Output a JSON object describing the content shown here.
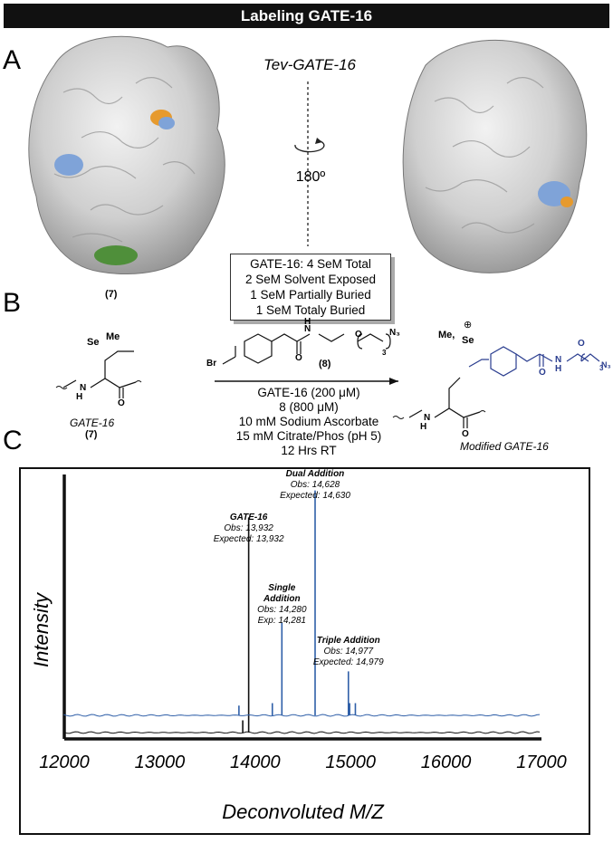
{
  "banner": {
    "title": "Labeling GATE-16"
  },
  "panels": {
    "a": "A",
    "b": "B",
    "c": "C"
  },
  "panel_a": {
    "protein_label": "Tev-GATE-16",
    "rotation_label": "180º",
    "compound_label": "(7)",
    "info_box": [
      "GATE-16: 4 SeM Total",
      "2 SeM Solvent Exposed",
      "1 SeM Partially Buried",
      "1 SeM Totaly Buried"
    ],
    "colors": {
      "surface": "#cfcfcf",
      "blue_patch": "#7fa3d8",
      "orange_patch": "#e69a2e",
      "green_patch": "#4f8f3a"
    }
  },
  "panel_b": {
    "reagent_label": "(8)",
    "start_name": "GATE-16",
    "start_number": "(7)",
    "product_name": "Modified GATE-16",
    "conditions": [
      "GATE-16 (200 μM)",
      "8 (800 μM)",
      "10 mM Sodium Ascorbate",
      "15 mM Citrate/Phos (pH 5)",
      "12 Hrs RT"
    ],
    "atoms": {
      "se": "Se",
      "me": "Me",
      "me_prod": "Me,",
      "br": "Br",
      "n": "N",
      "h": "H",
      "o": "O",
      "n3": "N₃",
      "sub3": "3",
      "plus": "⊕"
    },
    "colors": {
      "product_blue": "#2a3d8f"
    }
  },
  "panel_c": {
    "chart_data": {
      "type": "line",
      "xlabel": "Deconvoluted M/Z",
      "ylabel": "Intensity",
      "xlim": [
        12000,
        17000
      ],
      "x_ticks": [
        "12000",
        "13000",
        "14000",
        "15000",
        "16000",
        "17000"
      ],
      "series": [
        {
          "color": "#111111",
          "peaks": [
            {
              "x": 13932,
              "height": 0.88
            },
            {
              "x": 13870,
              "height": 0.05
            }
          ]
        },
        {
          "color": "#2f5fa8",
          "peaks": [
            {
              "x": 14628,
              "height": 0.92
            },
            {
              "x": 14280,
              "height": 0.38
            },
            {
              "x": 14977,
              "height": 0.18
            },
            {
              "x": 14990,
              "height": 0.05
            },
            {
              "x": 14180,
              "height": 0.05
            },
            {
              "x": 13830,
              "height": 0.04
            },
            {
              "x": 15050,
              "height": 0.05
            }
          ]
        }
      ],
      "annotations": [
        {
          "title": "GATE-16",
          "lines": [
            "Obs: 13,932",
            "Expected: 13,932"
          ]
        },
        {
          "title": "Dual Addition",
          "lines": [
            "Obs: 14,628",
            "Expected: 14,630"
          ]
        },
        {
          "title": "Single",
          "title2": "Addition",
          "lines": [
            "Obs: 14,280",
            "Exp: 14,281"
          ]
        },
        {
          "title": "Triple Addition",
          "lines": [
            "Obs: 14,977",
            "Expected: 14,979"
          ]
        }
      ]
    }
  }
}
